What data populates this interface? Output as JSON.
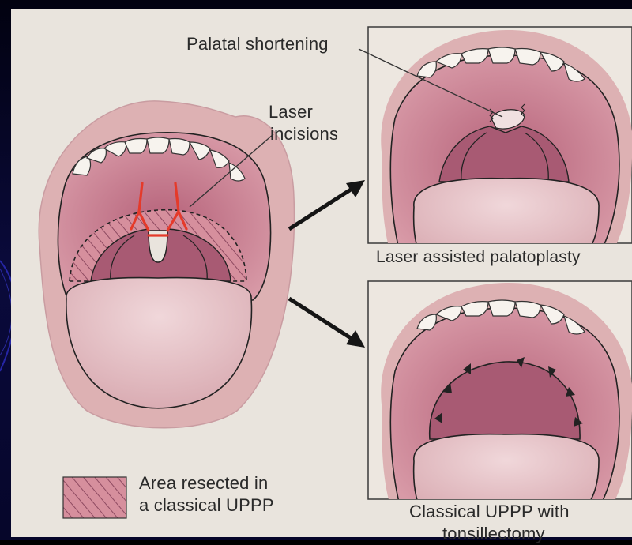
{
  "labels": {
    "palatal_shortening": "Palatal shortening",
    "laser_incisions_line1": "Laser",
    "laser_incisions_line2": "incisions",
    "laser_assisted": "Laser assisted palatoplasty",
    "legend_line1": "Area resected in",
    "legend_line2": "a classical UPPP",
    "classical_line1": "Classical UPPP with",
    "classical_line2": "tonsillectomy"
  },
  "colors": {
    "slide_background": "#0a0a3c",
    "paper": "#e9e4dd",
    "lip": "#ddb1b3",
    "oral_cavity": "#c77c8b",
    "soft_palate": "#a85a73",
    "tongue": "#e4c2c6",
    "teeth": "#f7f3ee",
    "incision": "#e53a2a",
    "outline": "#222222"
  }
}
